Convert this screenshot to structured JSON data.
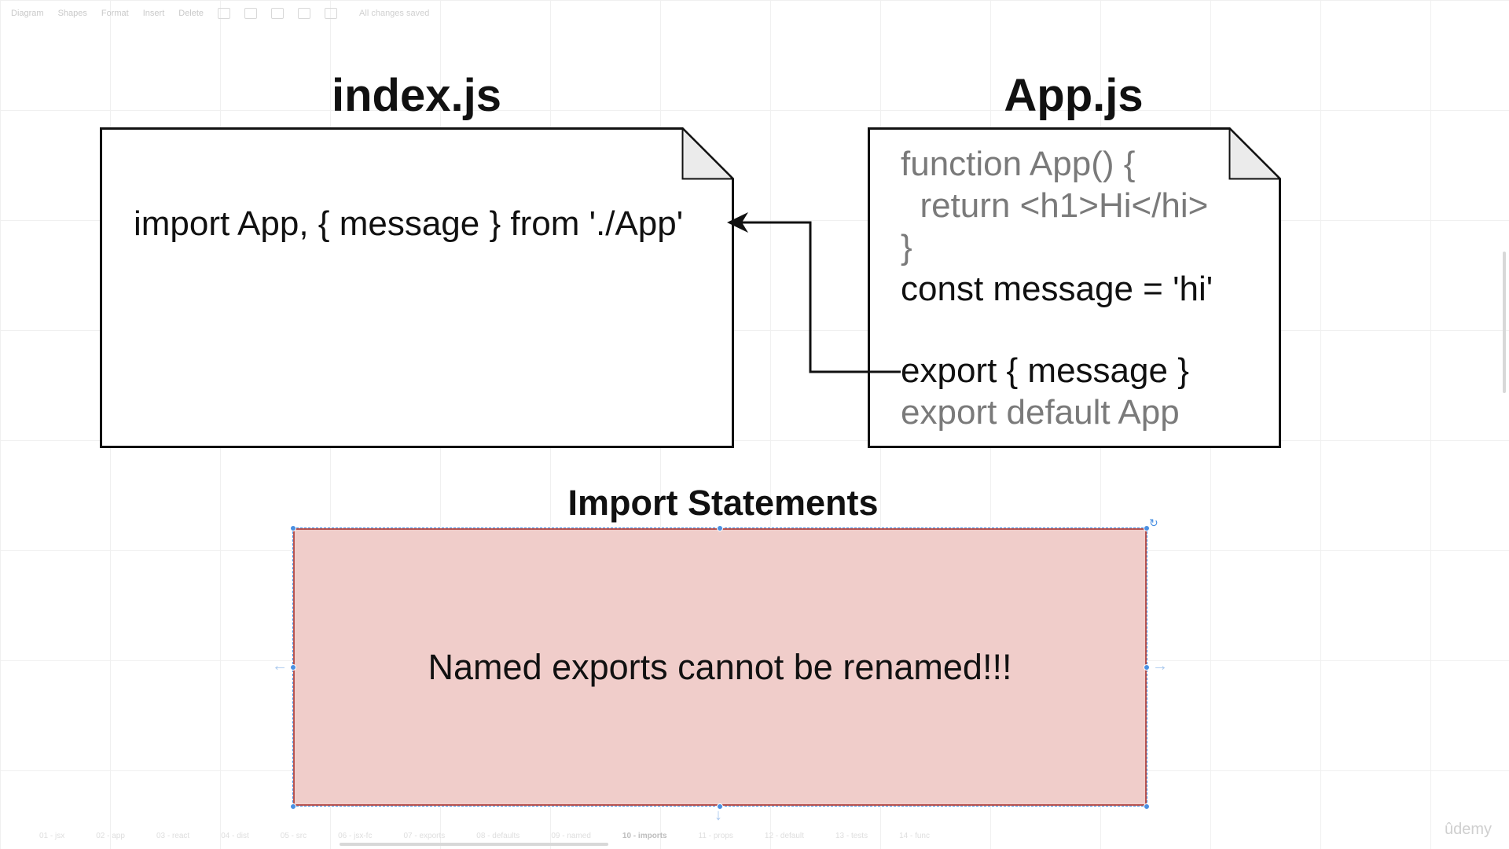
{
  "toolbar": {
    "diagram": "Diagram",
    "shapes": "Shapes",
    "format": "Format",
    "insert": "Insert",
    "delete": "Delete",
    "status": "All changes saved"
  },
  "diagram": {
    "index_file": {
      "title": "index.js",
      "line": "import App, { message } from './App'"
    },
    "app_file": {
      "title": "App.js",
      "lines": [
        "function App() {",
        "  return <h1>Hi</hi>",
        "}",
        "const message = 'hi'",
        "export { message }",
        "export default App"
      ]
    },
    "section_title": "Import Statements",
    "callout": "Named exports cannot be renamed!!!"
  },
  "page_tabs": [
    "01 - jsx",
    "02 - app",
    "03 - react",
    "04 - dist",
    "05 - src",
    "06 - jsx-fc",
    "07 - exports",
    "08 - defaults",
    "09 - named",
    "10 - imports",
    "11 - props",
    "12 - default",
    "13 - tests",
    "14 - func"
  ],
  "active_tab_index": 9,
  "watermark": "ûdemy",
  "colors": {
    "callout_fill": "#f0cdca",
    "callout_border": "#b85450",
    "selection": "#4a90e2"
  }
}
